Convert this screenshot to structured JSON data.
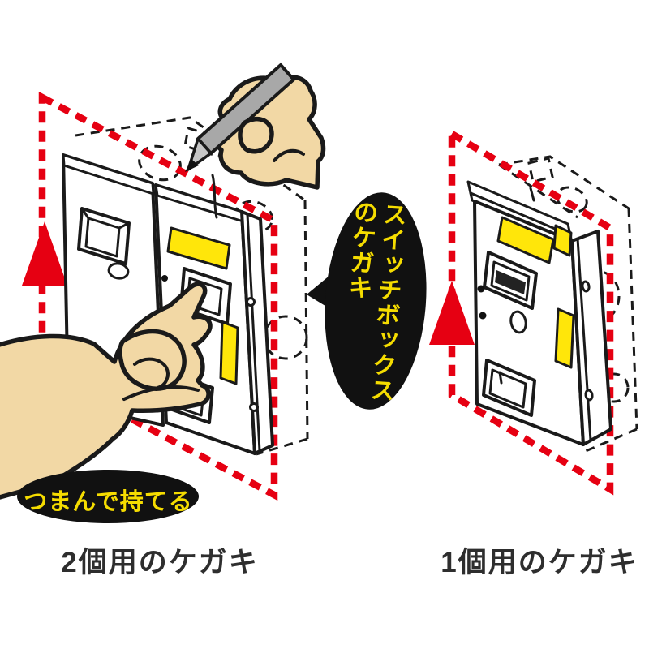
{
  "illustration": {
    "bubble_center": {
      "line1": "スイッチボックス",
      "line2": "のケガキ"
    },
    "callout_pinch": {
      "text": "つまんで持てる"
    },
    "caption_left": "2個用のケガキ",
    "caption_right": "1個用のケガキ"
  },
  "icons": {
    "left_arrow": "up-arrow-icon",
    "right_arrow": "up-arrow-icon",
    "pen": "marker-pen-icon",
    "pen_hand": "hand-holding-pen-icon",
    "pinch_hand": "hand-pinching-icon",
    "bubble": "speech-bubble-icon"
  },
  "colors": {
    "red": "#e60012",
    "yellow": "#ffe60a",
    "label_yellow": "#f5dc00",
    "skin": "#f2d8a5",
    "pen_gray": "#a8a8a8",
    "outline": "#1a1a1a",
    "caption": "#2e2e2e",
    "paper": "#ffffff"
  }
}
